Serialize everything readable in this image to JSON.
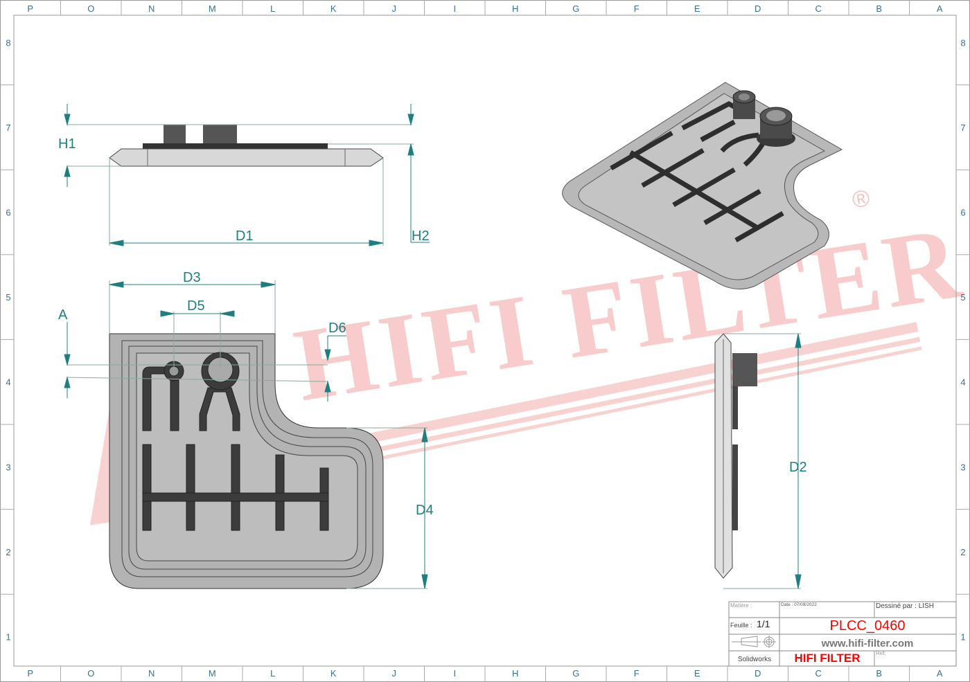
{
  "border": {
    "columns": [
      "P",
      "O",
      "N",
      "M",
      "L",
      "K",
      "J",
      "I",
      "H",
      "G",
      "F",
      "E",
      "D",
      "C",
      "B",
      "A"
    ],
    "rows": [
      "8",
      "7",
      "6",
      "5",
      "4",
      "3",
      "2",
      "1"
    ]
  },
  "dimensions": {
    "h1": "H1",
    "h2": "H2",
    "d1": "D1",
    "d2": "D2",
    "d3": "D3",
    "d4": "D4",
    "d5": "D5",
    "d6": "D6",
    "a": "A"
  },
  "watermark": {
    "text": "HIFI FILTER",
    "registered": "®",
    "color": "#f4b8b8"
  },
  "title_block": {
    "matiere_label": "Matière :",
    "date": "Date : 07/09/2022",
    "dessine_par": "Dessiné par : LISH",
    "feuille_label": "Feuille :",
    "feuille_value": "1/1",
    "part_number": "PLCC_0460",
    "website": "www.hifi-filter.com",
    "software": "Solidworks",
    "brand": "HIFI FILTER",
    "ref_label": "Ref:"
  },
  "colors": {
    "dimension": "#1f7f7f",
    "part": "#b3b3b3",
    "rib": "#3c3c3c",
    "brand_red": "#ff0000"
  }
}
